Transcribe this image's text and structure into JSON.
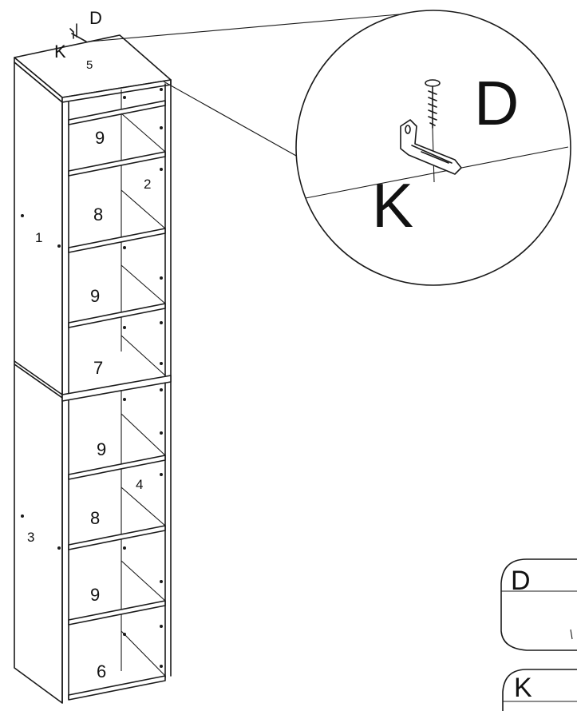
{
  "hardware": {
    "screw": "D",
    "bracket": "K"
  },
  "parts": {
    "top": "5",
    "upper_side": "1",
    "upper_back": "2",
    "lower_side": "3",
    "lower_back": "4",
    "shelf_upper_1": "9",
    "shelf_upper_2": "8",
    "shelf_upper_3": "9",
    "divider": "7",
    "shelf_lower_1": "9",
    "shelf_lower_2": "8",
    "shelf_lower_3": "9",
    "bottom": "6"
  },
  "legend": {
    "item_1": "D",
    "item_2": "K"
  }
}
